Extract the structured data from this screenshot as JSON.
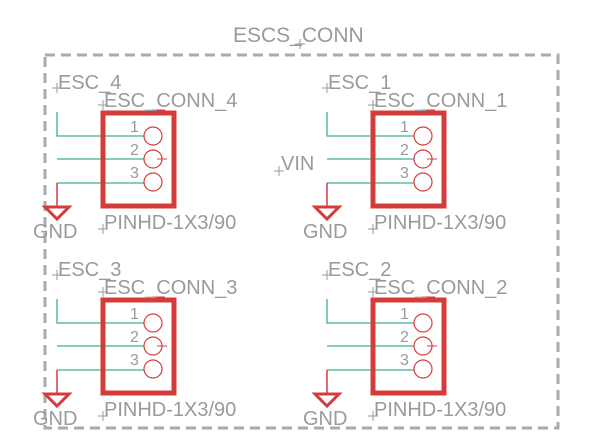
{
  "frame": {
    "title": "ESCS_CONN"
  },
  "colors": {
    "text": "#9a9a9a",
    "part": "#d43c3c",
    "wire": "#3fb08f",
    "frame": "#aaaaaa"
  },
  "connectors": [
    {
      "net": "ESC_4",
      "name": "ESC_CONN_4",
      "value": "PINHD-1X3/90",
      "pins": [
        "1",
        "2",
        "3"
      ],
      "gnd": "GND",
      "vin": null
    },
    {
      "net": "ESC_1",
      "name": "ESC_CONN_1",
      "value": "PINHD-1X3/90",
      "pins": [
        "1",
        "2",
        "3"
      ],
      "gnd": "GND",
      "vin": "VIN"
    },
    {
      "net": "ESC_3",
      "name": "ESC_CONN_3",
      "value": "PINHD-1X3/90",
      "pins": [
        "1",
        "2",
        "3"
      ],
      "gnd": "GND",
      "vin": null
    },
    {
      "net": "ESC_2",
      "name": "ESC_CONN_2",
      "value": "PINHD-1X3/90",
      "pins": [
        "1",
        "2",
        "3"
      ],
      "gnd": "GND",
      "vin": null
    }
  ]
}
